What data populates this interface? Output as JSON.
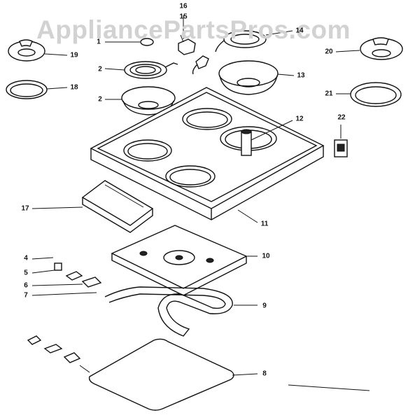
{
  "watermark": "AppliancePartsPros.com",
  "labels": {
    "p1": "1",
    "p2a": "2",
    "p2b": "2",
    "p4": "4",
    "p5": "5",
    "p6": "6",
    "p7": "7",
    "p8": "8",
    "p9": "9",
    "p10": "10",
    "p11": "11",
    "p12": "12",
    "p13": "13",
    "p14": "14",
    "p15": "15",
    "p16": "16",
    "p17": "17",
    "p18": "18",
    "p19": "19",
    "p20": "20",
    "p21": "21",
    "p22": "22"
  }
}
